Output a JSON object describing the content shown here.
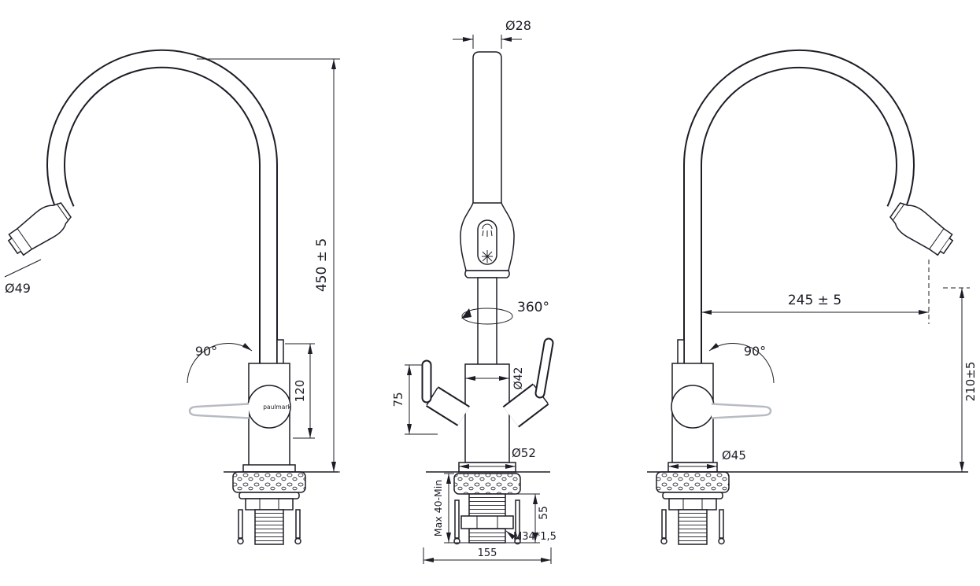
{
  "colors": {
    "line": "#1d1d27",
    "handle": "#b7bcc3"
  },
  "brand": "paulmark",
  "views": {
    "side_left": {
      "spout_diameter": "Ø49",
      "total_height": "450 ± 5",
      "handle_angle": "90°",
      "body_height": "120"
    },
    "front": {
      "top_diameter": "Ø28",
      "swivel": "360°",
      "body_diameter": "Ø42",
      "handle_height": "75",
      "base_diameter": "Ø52",
      "mount_thickness": "Max 40-Min",
      "shank_length": "55",
      "thread": "M34*1,5",
      "base_width": "155"
    },
    "side_right": {
      "spout_reach": "245 ± 5",
      "spout_height": "210±5",
      "handle_angle": "90°",
      "base_diameter": "Ø45"
    }
  }
}
